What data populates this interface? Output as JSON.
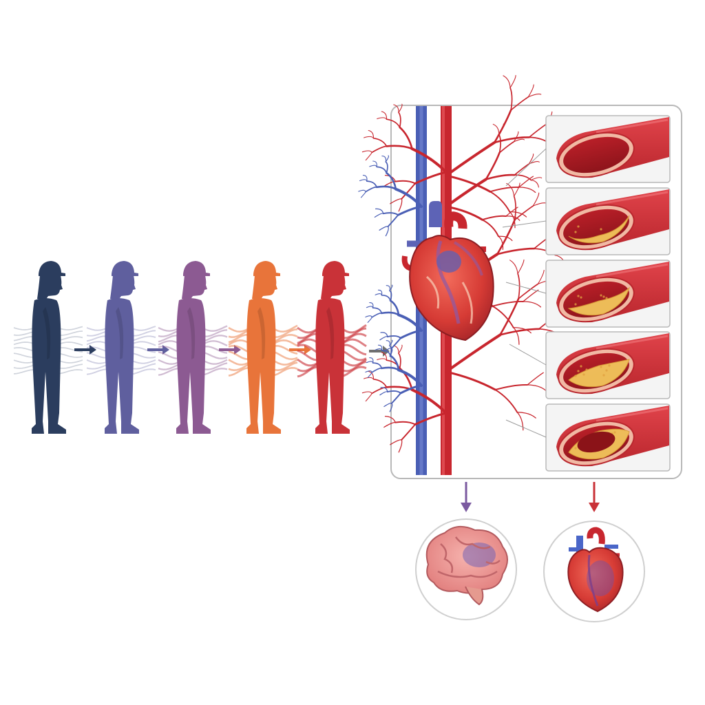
{
  "figure": {
    "text": []
  },
  "colors": {
    "background": "#ffffff",
    "stage_1": "#2b3d5e",
    "stage_2": "#5f5f9e",
    "stage_3": "#8c5a92",
    "stage_4": "#e8743a",
    "stage_5": "#c93238",
    "artery_red": "#d32f2f",
    "vein_blue": "#4a5fb5",
    "plaque_yellow": "#f2c55c",
    "panel_border": "#b8b8b8",
    "connector_gray": "#6f6f6f"
  },
  "exposure_stages": [
    {
      "id": "stage-1",
      "color_key": "stage_1",
      "icon": "worker-silhouette",
      "wave_intensity": 0.2
    },
    {
      "id": "stage-2",
      "color_key": "stage_2",
      "icon": "worker-silhouette",
      "wave_intensity": 0.35
    },
    {
      "id": "stage-3",
      "color_key": "stage_3",
      "icon": "worker-silhouette",
      "wave_intensity": 0.55
    },
    {
      "id": "stage-4",
      "color_key": "stage_4",
      "icon": "worker-silhouette",
      "wave_intensity": 0.75
    },
    {
      "id": "stage-5",
      "color_key": "stage_5",
      "icon": "worker-silhouette",
      "wave_intensity": 1.0
    }
  ],
  "artery_cross_sections": [
    {
      "id": "healthy-artery",
      "plaque_level": 0.0
    },
    {
      "id": "early-plaque",
      "plaque_level": 0.25
    },
    {
      "id": "moderate-plaque",
      "plaque_level": 0.5
    },
    {
      "id": "advanced-plaque",
      "plaque_level": 0.75
    },
    {
      "id": "occluded-artery",
      "plaque_level": 1.0
    }
  ],
  "outcomes": [
    {
      "id": "brain-outcome",
      "icon": "brain-icon",
      "arrow_color_key": "stage_3"
    },
    {
      "id": "heart-outcome",
      "icon": "heart-icon",
      "arrow_color_key": "stage_5"
    }
  ]
}
